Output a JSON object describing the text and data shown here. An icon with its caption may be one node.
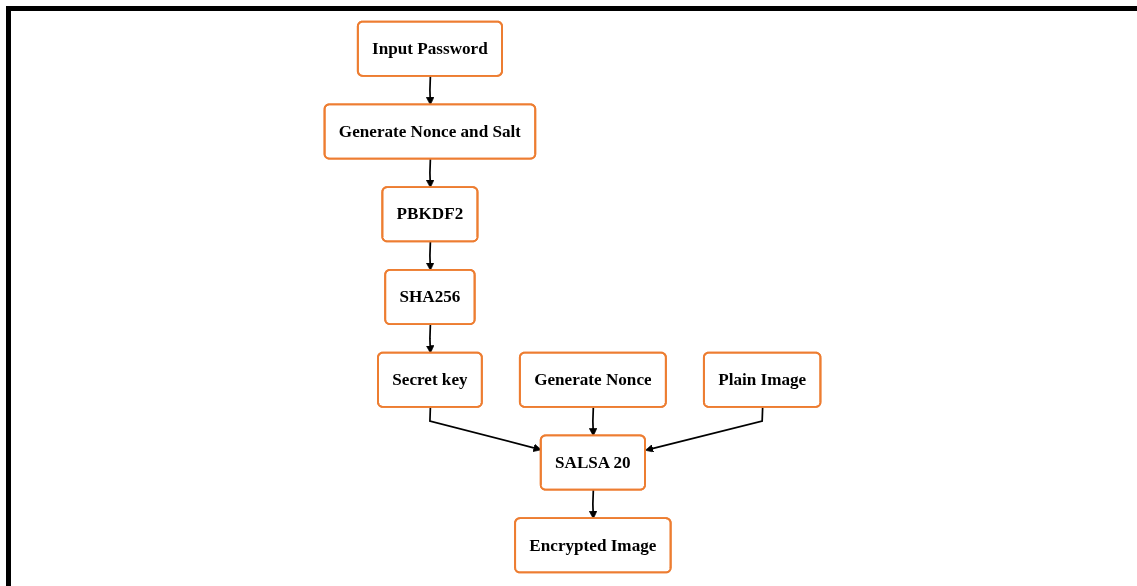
{
  "diagram": {
    "nodes": [
      {
        "text": [
          "Input Password"
        ]
      },
      {
        "text": [
          "Generate Nonce and Salt"
        ]
      },
      {
        "text": [
          "PBKDF2"
        ]
      },
      {
        "text": [
          "SHA256"
        ]
      },
      {
        "text": [
          "Secret key"
        ]
      },
      {
        "text": [
          "Generate Nonce"
        ]
      },
      {
        "text": [
          "Plain Image"
        ]
      },
      {
        "text": [
          "SALSA 20"
        ]
      },
      {
        "text": [
          "Encrypted Image"
        ]
      }
    ],
    "edges": [
      {
        "from": 0,
        "to": 1,
        "arrow": "to"
      },
      {
        "from": 1,
        "to": 2,
        "arrow": "to"
      },
      {
        "from": 2,
        "to": 3,
        "arrow": "to"
      },
      {
        "from": 3,
        "to": 4,
        "arrow": "to"
      },
      {
        "from": 4,
        "to": 7,
        "arrow": "to"
      },
      {
        "from": 5,
        "to": 7,
        "arrow": "to"
      },
      {
        "from": 6,
        "to": 7,
        "arrow": "to"
      },
      {
        "from": 7,
        "to": 8,
        "arrow": "to"
      }
    ]
  }
}
